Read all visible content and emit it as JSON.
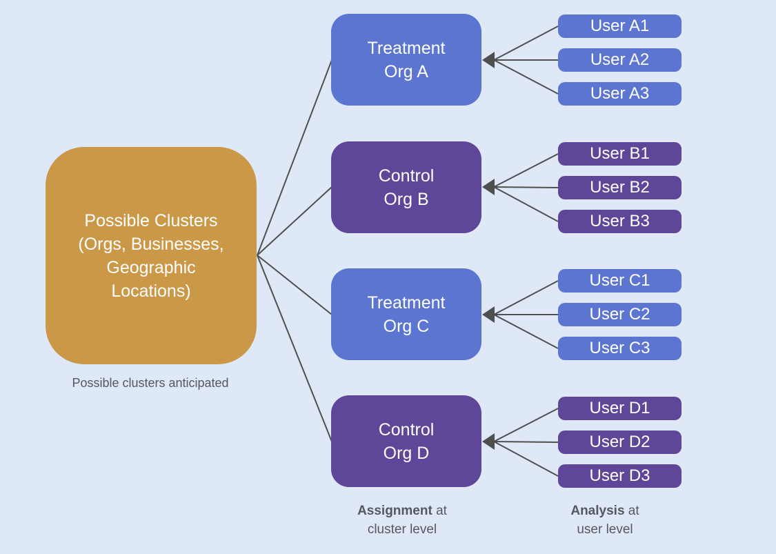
{
  "palette": {
    "bg": "#dee8f6",
    "gold": "#ca9847",
    "blue": "#5b75d0",
    "purple": "#5e4698",
    "line": "#4f4f4f",
    "captiontext": "#55585e",
    "boxtext": "#ffffff"
  },
  "cluster": {
    "line1": "Possible Clusters",
    "line2": "(Orgs, Businesses,",
    "line3": "Geographic",
    "line4": "Locations)",
    "caption": "Possible clusters anticipated"
  },
  "orgs": [
    {
      "line1": "Treatment",
      "line2": "Org A",
      "users": [
        "User A1",
        "User A2",
        "User A3"
      ]
    },
    {
      "line1": "Control",
      "line2": "Org B",
      "users": [
        "User B1",
        "User B2",
        "User B3"
      ]
    },
    {
      "line1": "Treatment",
      "line2": "Org C",
      "users": [
        "User C1",
        "User C2",
        "User C3"
      ]
    },
    {
      "line1": "Control",
      "line2": "Org D",
      "users": [
        "User D1",
        "User D2",
        "User D3"
      ]
    }
  ],
  "footnotes": {
    "assignment": {
      "bold": "Assignment",
      "rest": " at",
      "line2": "cluster level"
    },
    "analysis": {
      "bold": "Analysis",
      "rest": " at",
      "line2": "user level"
    }
  }
}
